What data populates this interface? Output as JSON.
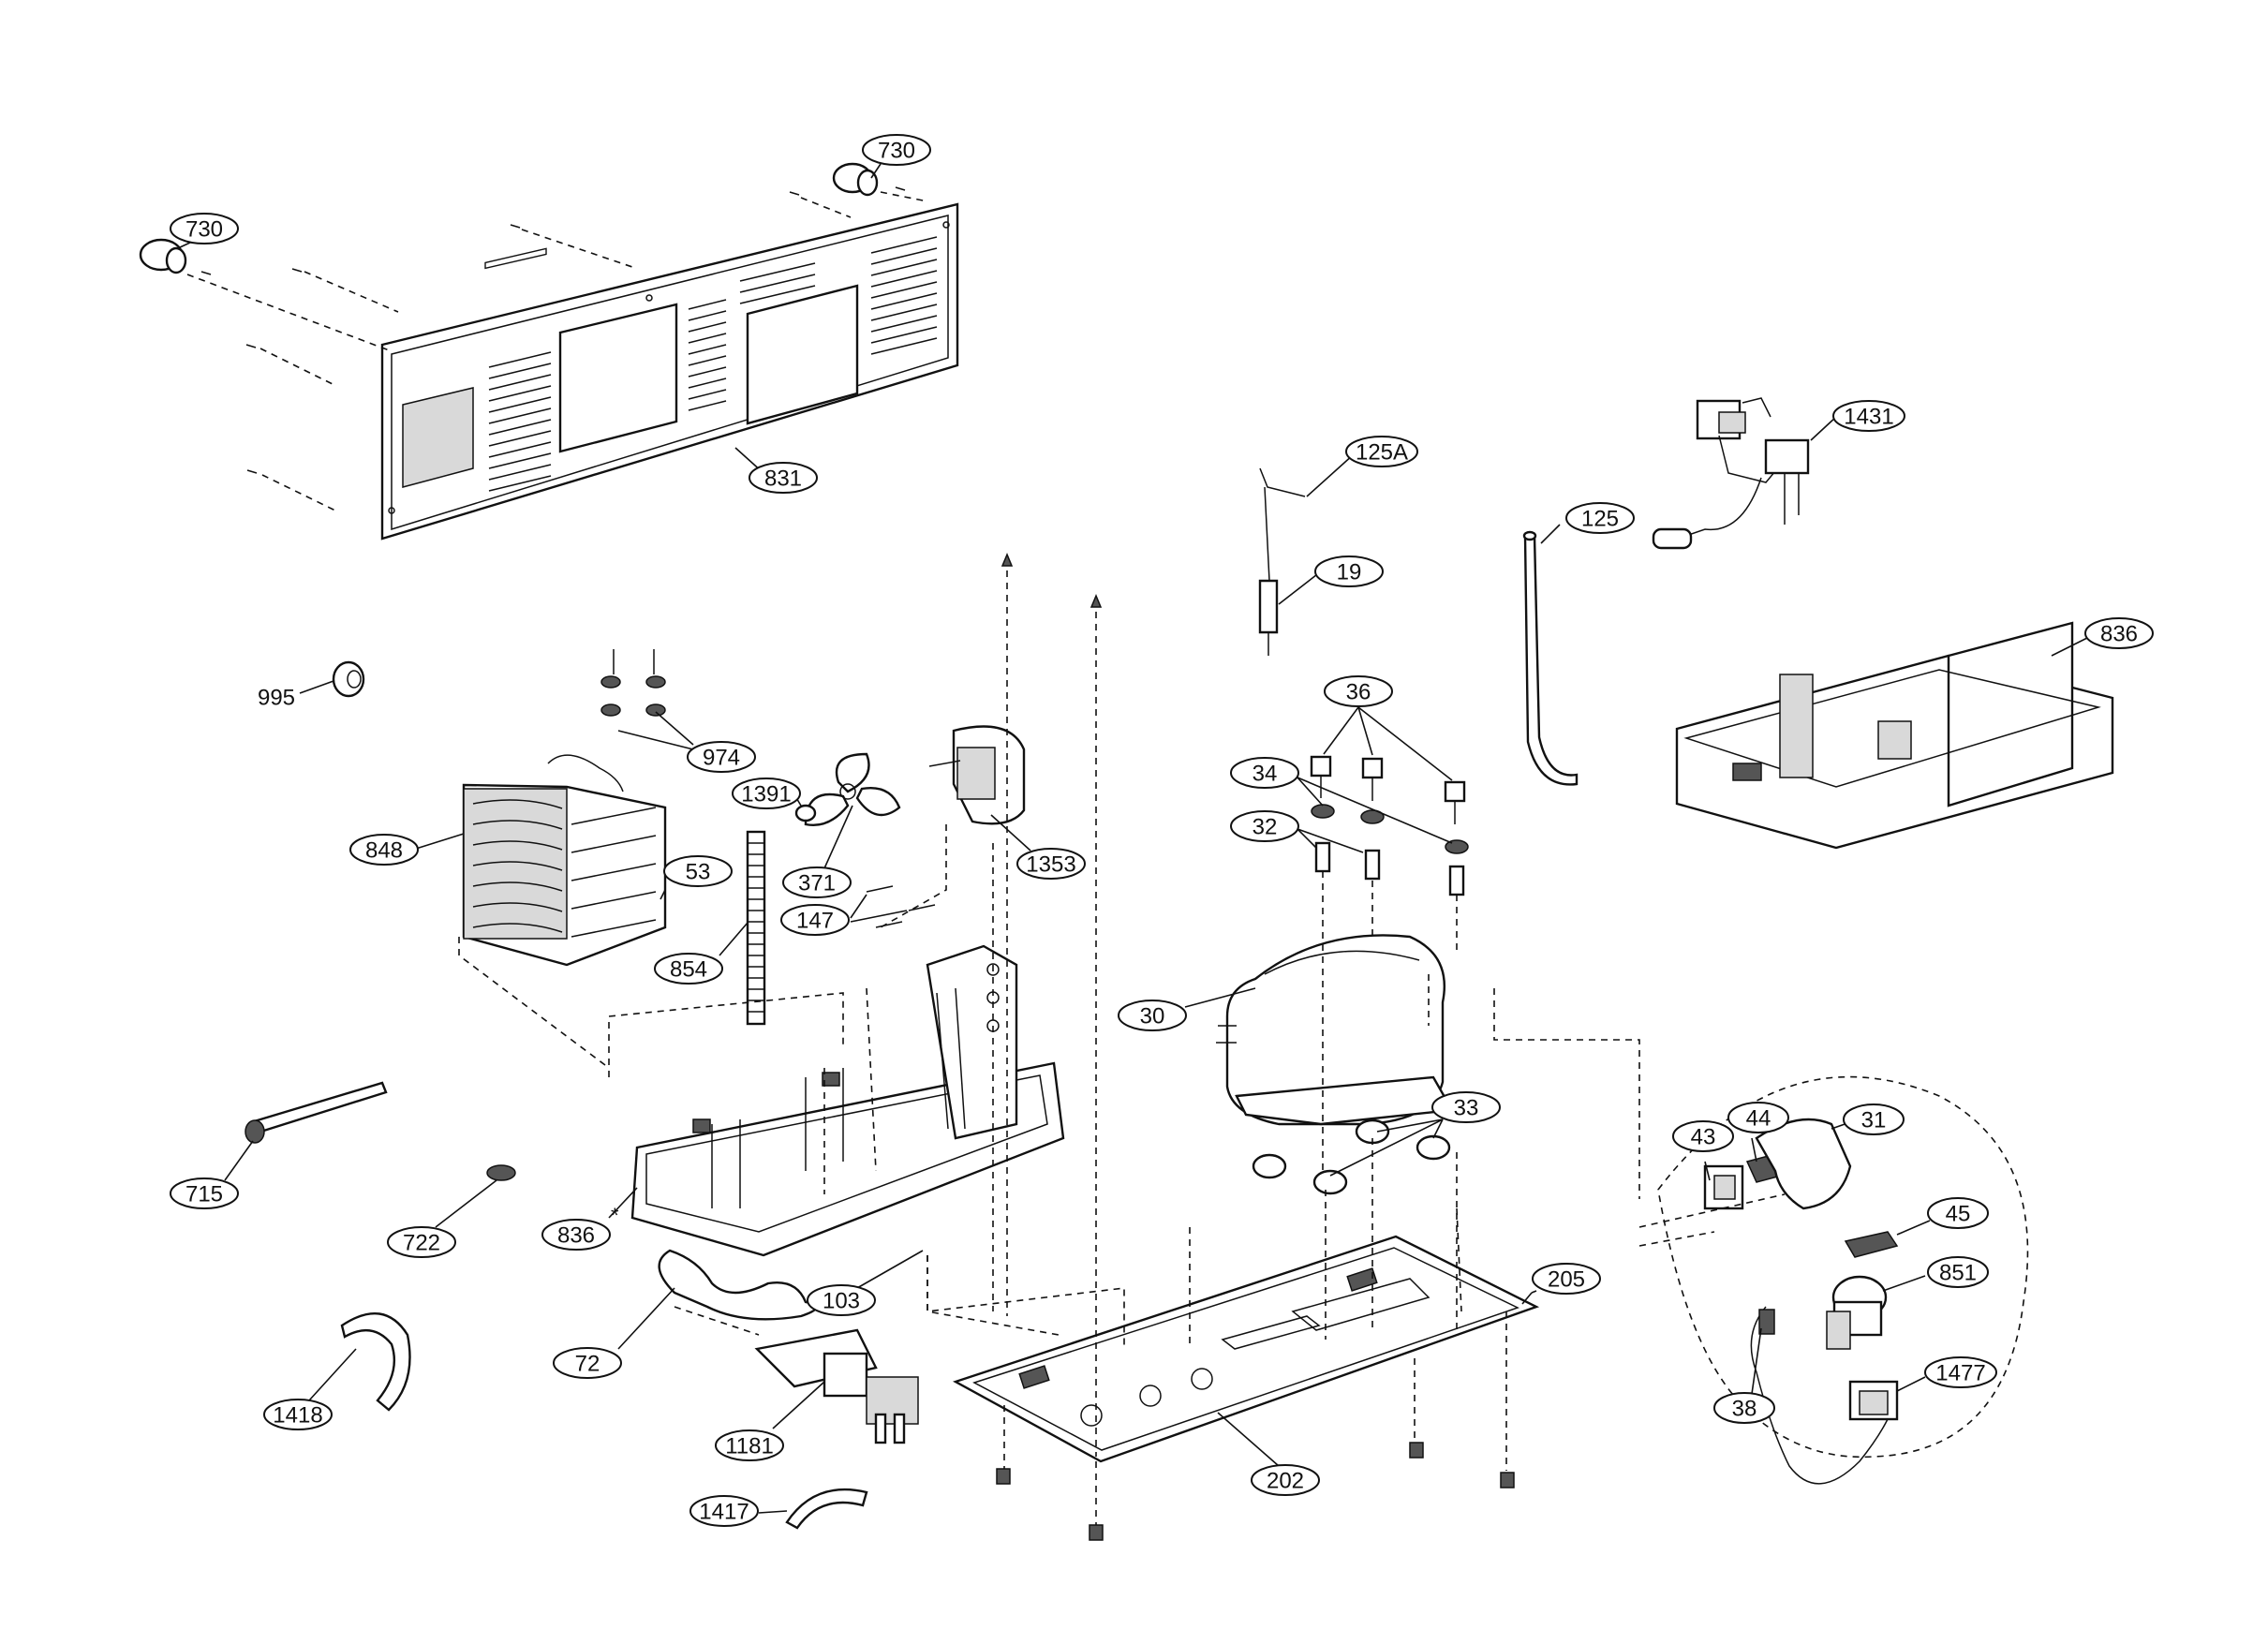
{
  "labels": {
    "p730a": "730",
    "p730b": "730",
    "p831": "831",
    "p995": "995",
    "p974": "974",
    "p1391": "1391",
    "p848": "848",
    "p53": "53",
    "p371": "371",
    "p147": "147",
    "p1353": "1353",
    "p854": "854",
    "p715": "715",
    "p722": "722",
    "p836a": "836",
    "p836b": "836",
    "p72": "72",
    "p103": "103",
    "p1418": "1418",
    "p1181": "1181",
    "p1417": "1417",
    "p202": "202",
    "p205": "205",
    "p125A": "125A",
    "p19": "19",
    "p36": "36",
    "p34": "34",
    "p32": "32",
    "p30": "30",
    "p33": "33",
    "p125": "125",
    "p1431": "1431",
    "p43": "43",
    "p44": "44",
    "p31": "31",
    "p45": "45",
    "p851": "851",
    "p1477": "1477",
    "p38": "38"
  },
  "asterisk": "*"
}
